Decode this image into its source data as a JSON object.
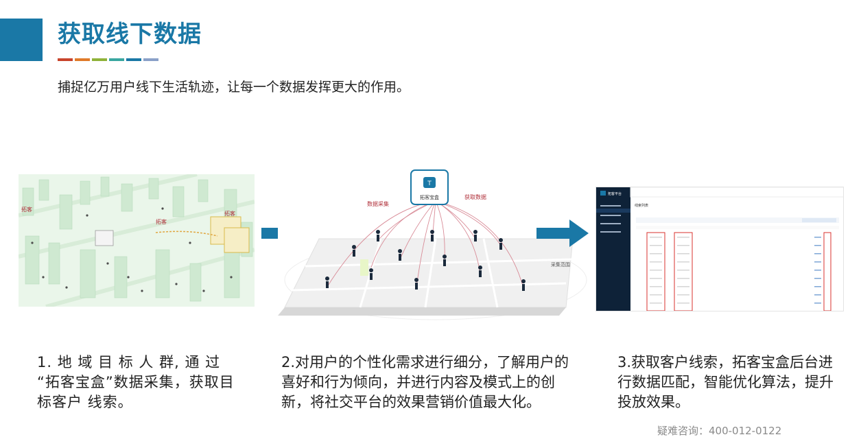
{
  "header": {
    "title": "获取线下数据",
    "subtitle": "捕捉亿万用户线下生活轨迹，让每一个数据发挥更大的作用。",
    "accent_color": "#1a78a6",
    "bar_colors": [
      "#c8442c",
      "#e07b2a",
      "#8fb23a",
      "#3aa7a0",
      "#1a78a6",
      "#8aa0c8"
    ]
  },
  "panel_city": {
    "labels": [
      "拓客",
      "拓客",
      "拓客"
    ]
  },
  "panel_map": {
    "box_label": "拓客宝盒",
    "box_logo": "T",
    "arc_label_left": "数据采集",
    "arc_label_right": "获取数据",
    "range_label": "采集范围"
  },
  "panel_dash": {
    "brand": "拓客平台",
    "page_title": "线索列表"
  },
  "steps": {
    "step1": "1. 地 域 目 标 人 群, 通 过 “拓客宝盒”数据采集，获取目标客户 线索。",
    "step2": "2.对用户的个性化需求进行细分，了解用户的喜好和行为倾向，并进行内容及模式上的创新，将社交平台的效果营销价值最大化。",
    "step3": "3.获取客户线索，拓客宝盒后台进行数据匹配，智能优化算法，提升投放效果。"
  },
  "footer": {
    "contact": "疑难咨询：400-012-0122"
  }
}
